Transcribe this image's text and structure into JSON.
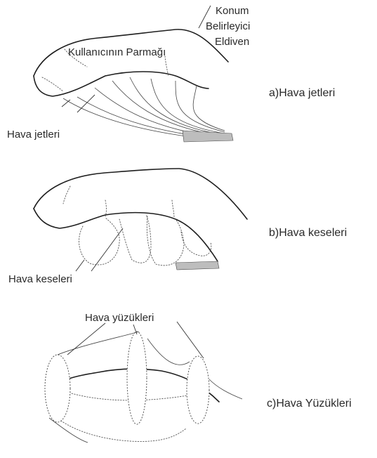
{
  "panels": [
    {
      "id": "a",
      "caption": "a)Hava jetleri",
      "labels": [
        "Konum",
        "Belirleyici",
        "Eldiven",
        "Kullanıcının Parmağı",
        "Hava jetleri"
      ]
    },
    {
      "id": "b",
      "caption": "b)Hava keseleri",
      "labels": [
        "Hava keseleri"
      ]
    },
    {
      "id": "c",
      "caption": "c)Hava Yüzükleri",
      "labels": [
        "Hava yüzükleri"
      ]
    }
  ]
}
